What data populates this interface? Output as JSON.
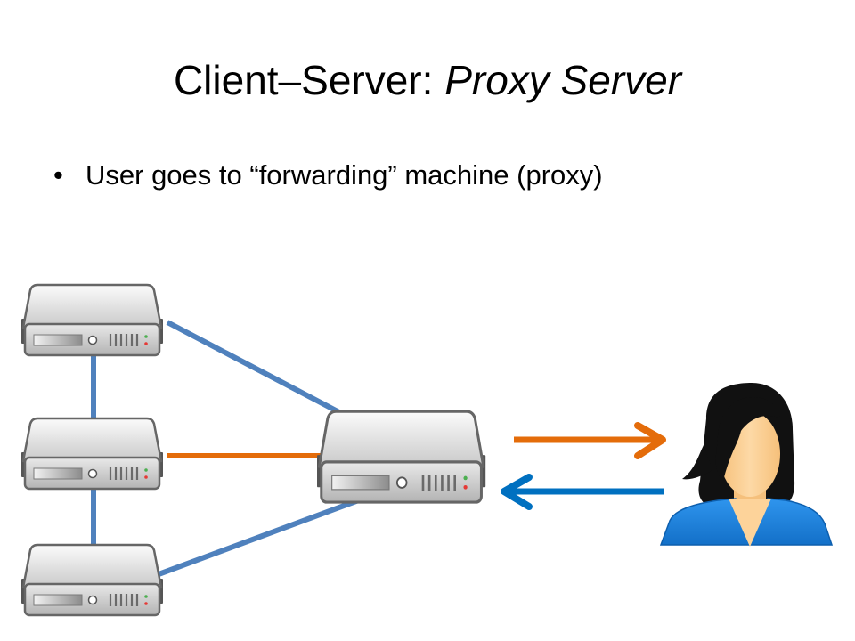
{
  "slide": {
    "title_main": "Client–Server: ",
    "title_emphasis": "Proxy Server",
    "bullets": [
      {
        "marker": "•",
        "text": "User goes to “forwarding” machine (proxy)"
      }
    ]
  },
  "diagram": {
    "colors": {
      "link_blue": "#4f81bd",
      "request_orange": "#e46c0a",
      "response_blue": "#0070c0",
      "server_body": "#d0d0d0",
      "user_shirt": "#1f86e0",
      "user_skin": "#fdd39a",
      "user_hair": "#111111"
    },
    "nodes": [
      {
        "id": "server-top",
        "icon": "server-icon"
      },
      {
        "id": "server-middle",
        "icon": "server-icon"
      },
      {
        "id": "server-bottom",
        "icon": "server-icon"
      },
      {
        "id": "proxy-server",
        "icon": "server-icon"
      },
      {
        "id": "user",
        "icon": "user-woman-icon"
      }
    ]
  }
}
